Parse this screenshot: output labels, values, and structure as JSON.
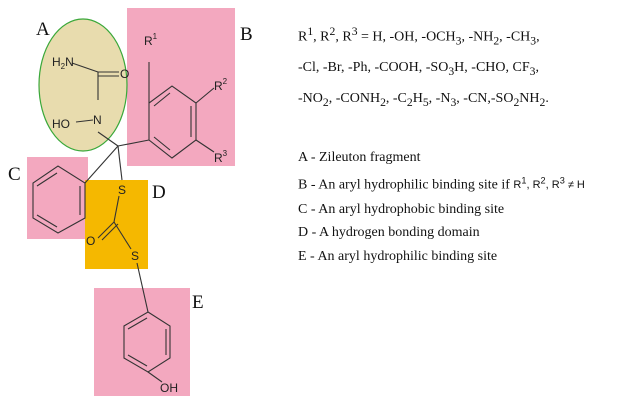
{
  "regions": {
    "a": {
      "letter": "A",
      "color": "#e8dcae",
      "border": "#3aa83a"
    },
    "b": {
      "letter": "B",
      "color": "#f3a8bf"
    },
    "c": {
      "letter": "C",
      "color": "#f3a8bf"
    },
    "d": {
      "letter": "D",
      "color": "#f5b800"
    },
    "e": {
      "letter": "E",
      "color": "#f3a8bf"
    }
  },
  "atoms": {
    "h2n": "H2N",
    "o_carbonyl": "O",
    "n": "N",
    "ho": "HO",
    "r1": "R1",
    "r2": "R2",
    "r3": "R3",
    "s_upper": "S",
    "o_thio": "O",
    "s_lower": "S",
    "oh": "OH"
  },
  "substituents": {
    "line1": "R1, R2, R3 = H, -OH, -OCH3, -NH2, -CH3,",
    "line2": "-Cl, -Br, -Ph, -COOH, -SO3H, -CHO, CF3,",
    "line3": "-NO2, -CONH2, -C2H5, -N3, -CN,-SO2NH2."
  },
  "legend": [
    {
      "letter": "A",
      "text": "A - Zileuton fragment"
    },
    {
      "letter": "B",
      "text": "B - An aryl hydrophilic binding site if R1, R2, R3 ≠ H"
    },
    {
      "letter": "C",
      "text": "C - An aryl hydrophobic binding site"
    },
    {
      "letter": "D",
      "text": "D - A hydrogen bonding domain"
    },
    {
      "letter": "E",
      "text": "E - An aryl hydrophilic binding site"
    }
  ]
}
